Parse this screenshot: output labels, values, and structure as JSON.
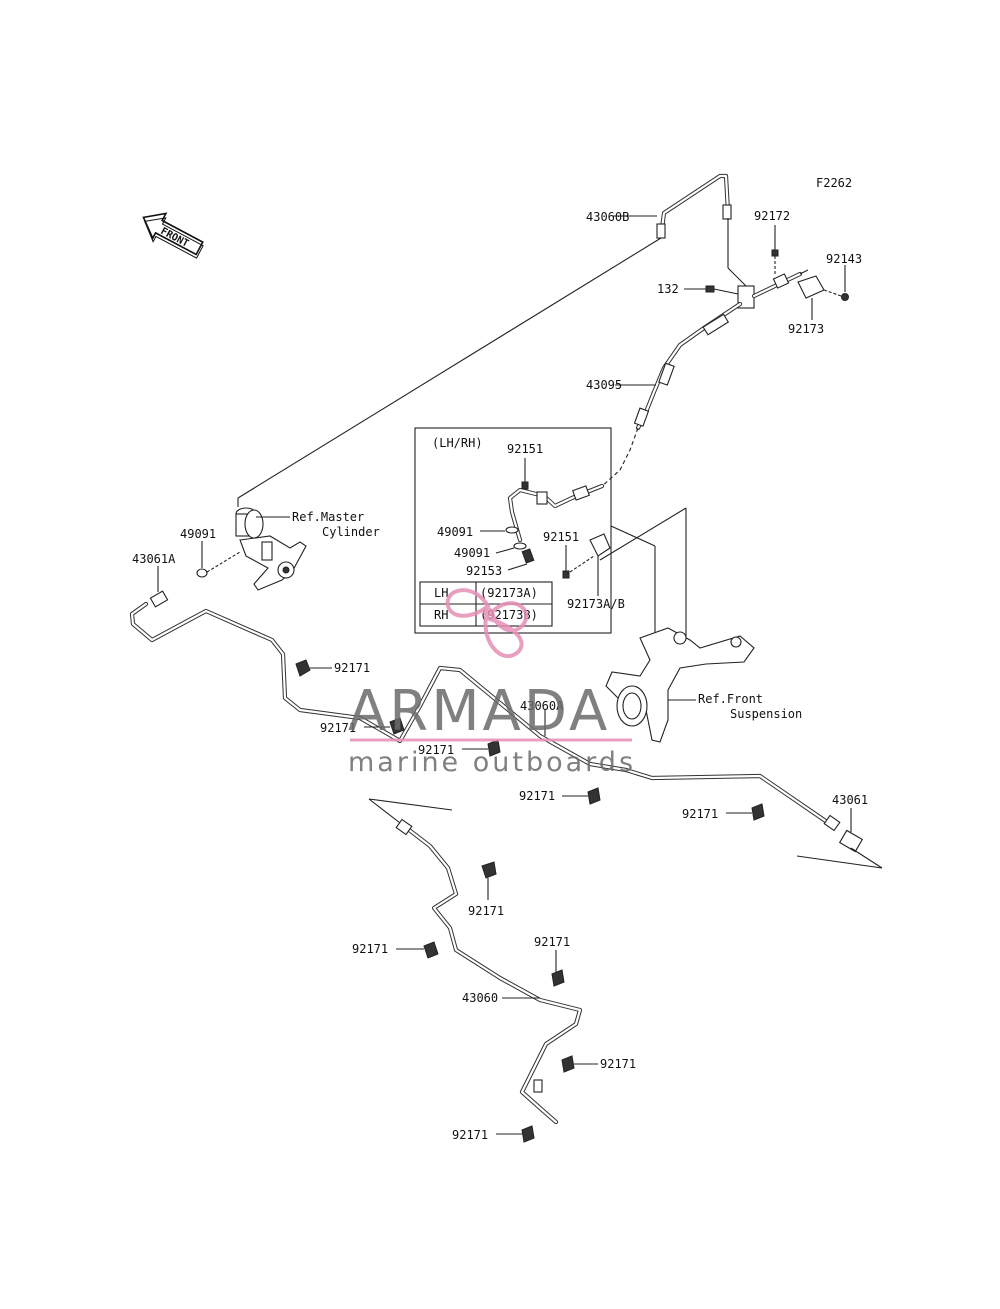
{
  "diagram": {
    "code": "F2262",
    "front_label": "FRONT",
    "inset": {
      "title": "(LH/RH)",
      "table": [
        {
          "side": "LH",
          "part": "(92173A)"
        },
        {
          "side": "RH",
          "part": "(92173B)"
        }
      ]
    },
    "refs": {
      "master_line1": "Ref.Master",
      "master_line2": "Cylinder",
      "front_line1": "Ref.Front",
      "front_line2": "Suspension"
    },
    "labels": {
      "p43060B": "43060B",
      "p92172": "92172",
      "p92143": "92143",
      "p132": "132",
      "p92173": "92173",
      "p43095": "43095",
      "p92151a": "92151",
      "p49091a": "49091",
      "p49091b": "49091",
      "p92153": "92153",
      "p92151b": "92151",
      "p92173AB": "92173A/B",
      "p49091c": "49091",
      "p43061A": "43061A",
      "p43060A": "43060A",
      "p43061": "43061",
      "p43060": "43060",
      "c1": "92171",
      "c2": "92171",
      "c3": "92171",
      "c4": "92171",
      "c5": "92171",
      "c6": "92171",
      "c7": "92171",
      "c8": "92171",
      "c9": "92171",
      "c10": "92171"
    }
  },
  "watermark": {
    "brand": "ARMADA",
    "tagline": "marine outboards",
    "color_text": "#6b6b6b",
    "color_accent": "#e58fb6",
    "icon": "propeller-icon"
  }
}
